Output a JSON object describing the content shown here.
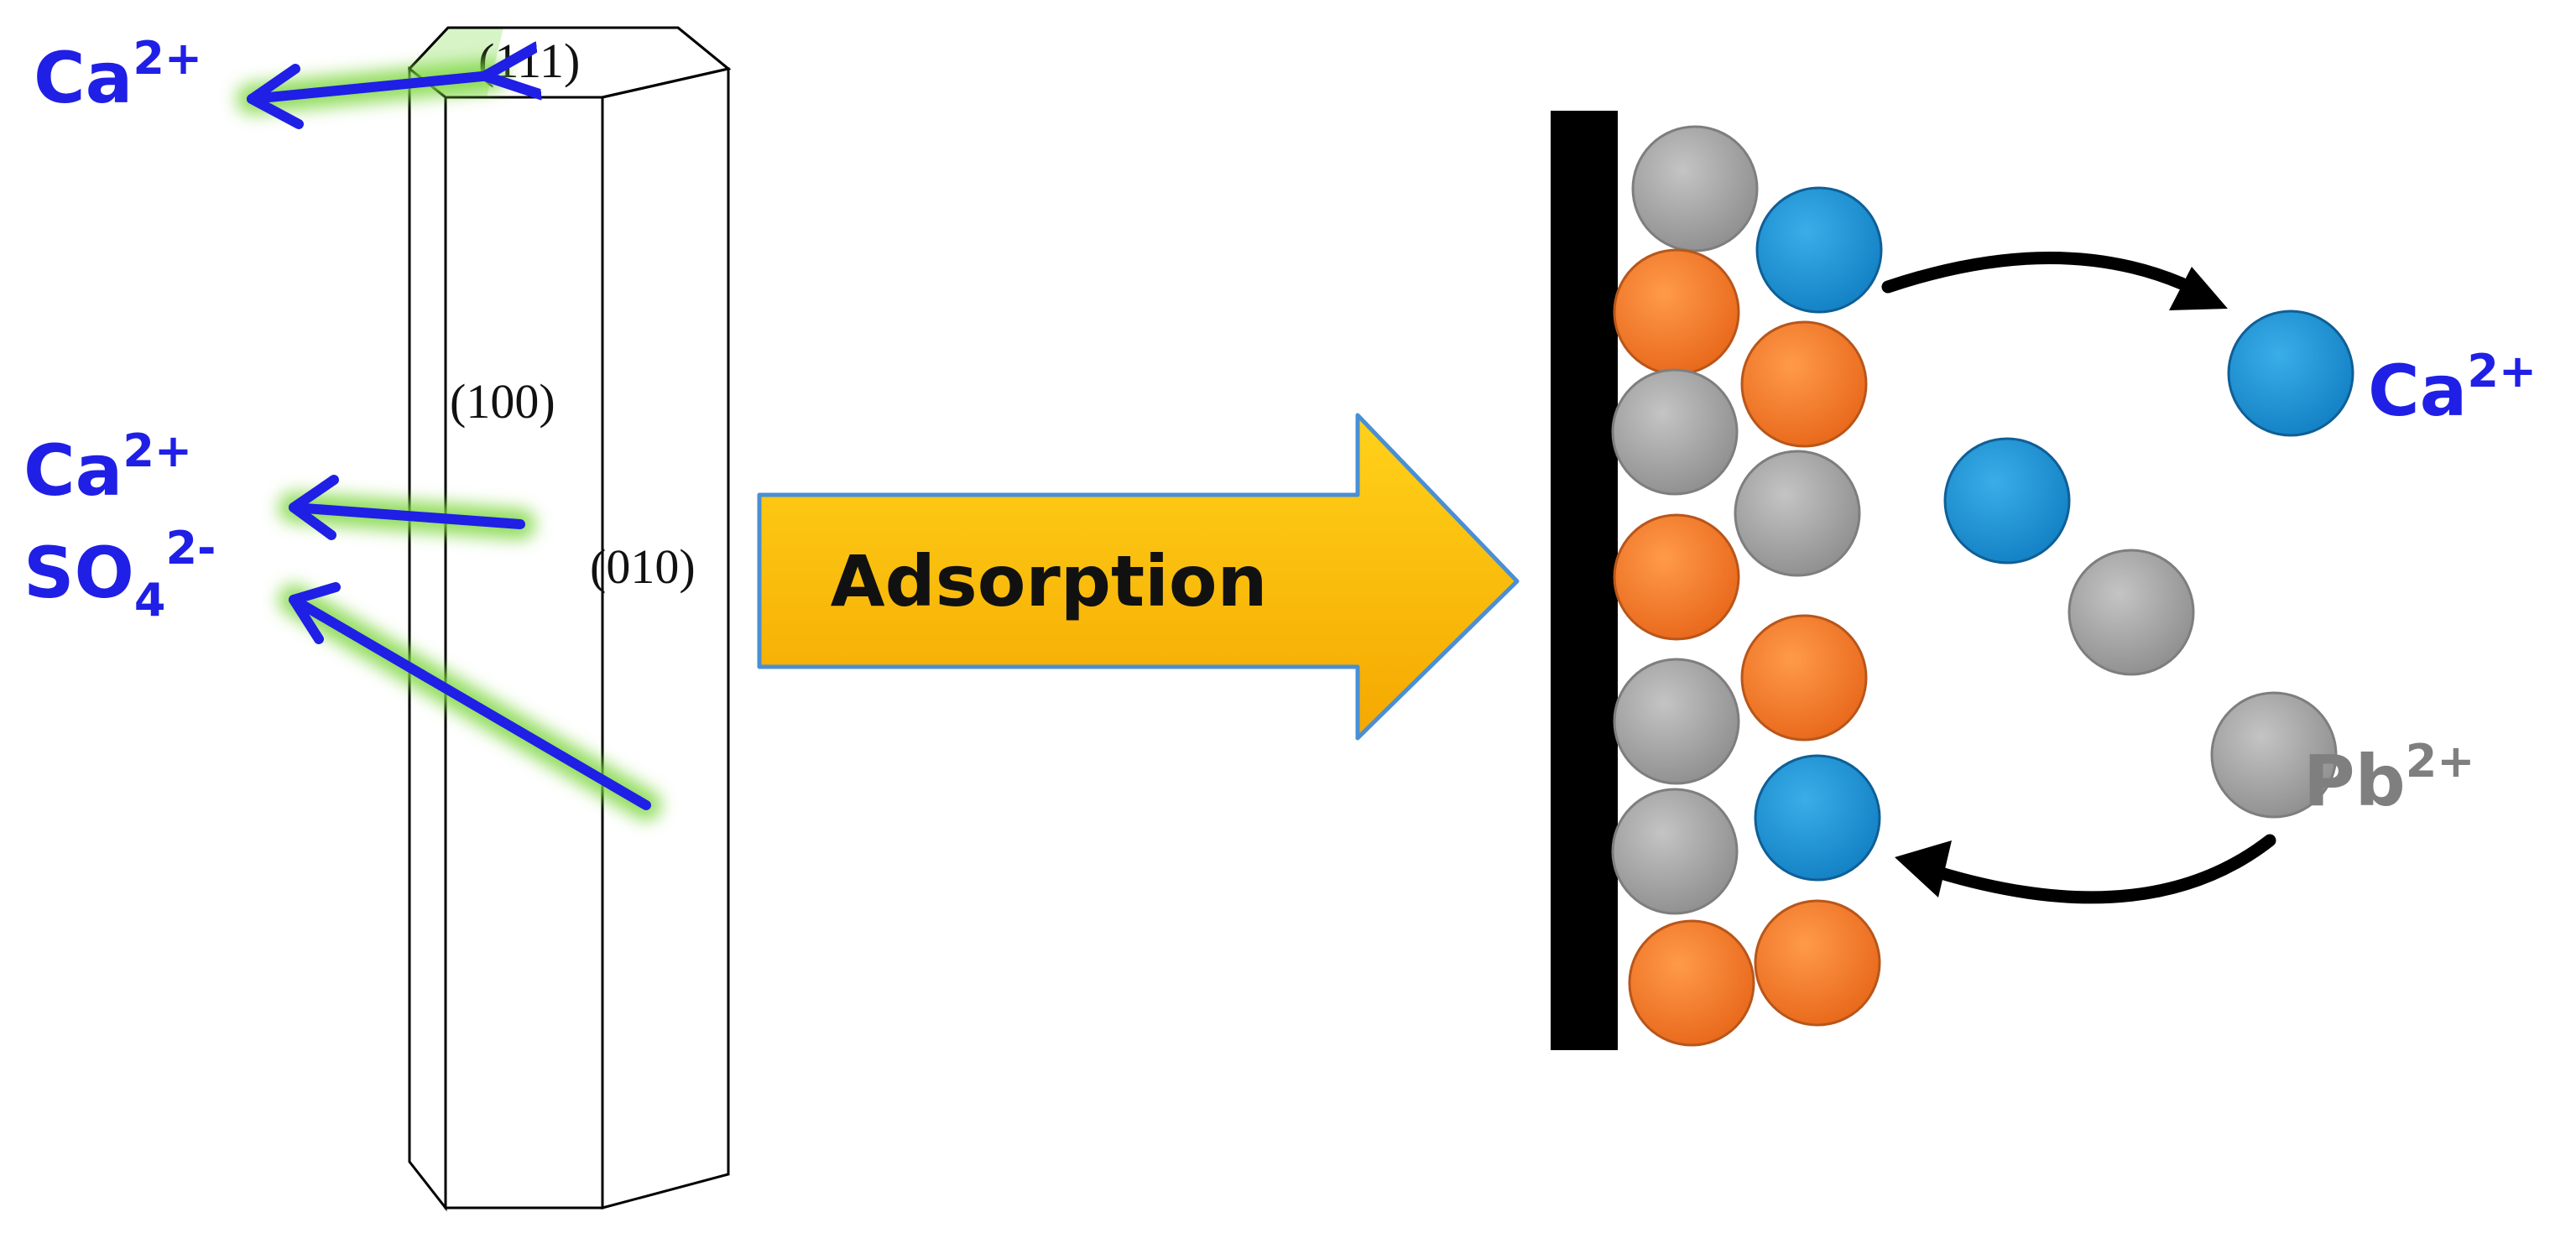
{
  "crystal": {
    "faces": {
      "top": "(111)",
      "front": "(100)",
      "side": "(010)"
    }
  },
  "left_ions": {
    "ca_top": {
      "base": "Ca",
      "sup": "2+"
    },
    "ca_mid": {
      "base": "Ca",
      "sup": "2+"
    },
    "so4": {
      "base": "SO",
      "sub": "4",
      "sup": "2-"
    }
  },
  "process_arrow": {
    "label": "Adsorption",
    "fill_top": "#ffd21a",
    "fill_bottom": "#f5a800",
    "outline": "#4a8fd4"
  },
  "right_ions": {
    "ca": {
      "base": "Ca",
      "sup": "2+"
    },
    "pb": {
      "base": "Pb",
      "sup": "2+"
    }
  },
  "colors": {
    "ion_text": "#1f1fe6",
    "pb_text": "#7f7f7f",
    "ion_arrow": "#1f1fe6",
    "glow": "#7cd63e",
    "ca_ball": "#1a95d6",
    "sulfate_ball": "#f57c28",
    "pb_ball": "#a6a6a6",
    "surface": "#000000"
  },
  "balls": {
    "surface_layer": [
      {
        "species": "pb"
      },
      {
        "species": "ca"
      },
      {
        "species": "sulfate"
      },
      {
        "species": "sulfate"
      },
      {
        "species": "pb"
      },
      {
        "species": "pb"
      },
      {
        "species": "sulfate"
      },
      {
        "species": "sulfate"
      },
      {
        "species": "pb"
      },
      {
        "species": "sulfate"
      },
      {
        "species": "pb"
      },
      {
        "species": "ca"
      },
      {
        "species": "sulfate"
      },
      {
        "species": "sulfate"
      }
    ],
    "solution": [
      {
        "species": "ca"
      },
      {
        "species": "ca"
      },
      {
        "species": "pb"
      },
      {
        "species": "pb"
      }
    ]
  }
}
